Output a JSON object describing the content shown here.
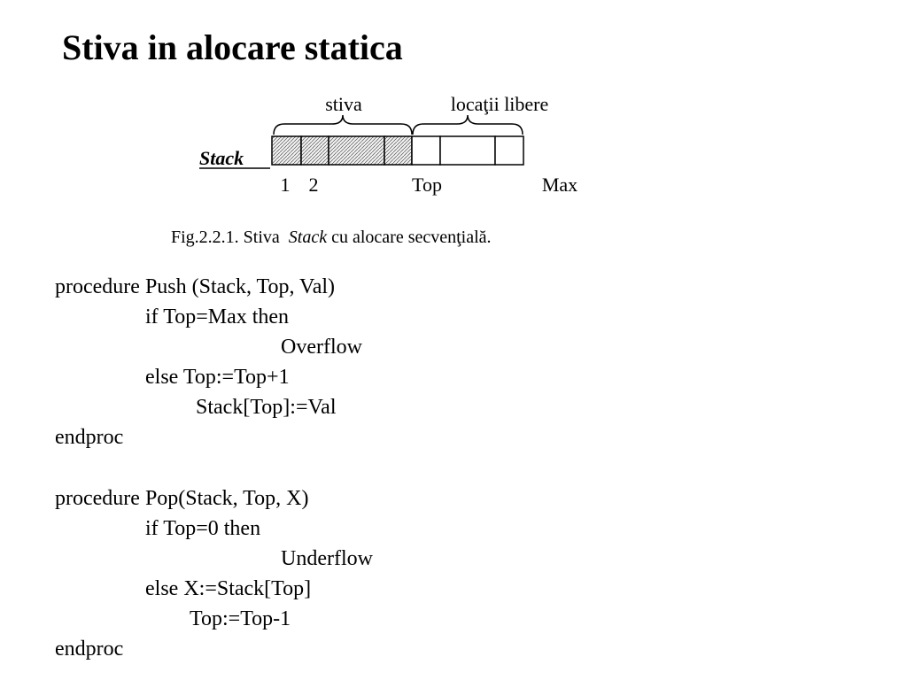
{
  "title": "Stiva in alocare statica",
  "figure": {
    "label_stack": "Stack",
    "brace_left_label": "stiva",
    "brace_right_label": "locaţii libere",
    "index_1": "1",
    "index_2": "2",
    "index_top": "Top",
    "index_max": "Max",
    "caption_prefix": "Fig.2.2.1. Stiva  ",
    "caption_italic": "Stack",
    "caption_suffix": " cu alocare secvenţială."
  },
  "push": {
    "line1": "procedure Push (Stack, Top, Val)",
    "line2": "if Top=Max then",
    "line3": "Overflow",
    "line4": "else Top:=Top+1",
    "line5": "Stack[Top]:=Val",
    "line6": "endproc"
  },
  "pop": {
    "line1": "procedure Pop(Stack, Top, X)",
    "line2": "if Top=0 then",
    "line3": "Underflow",
    "line4": "else X:=Stack[Top]",
    "line5": "Top:=Top-1",
    "line6": "endproc"
  }
}
